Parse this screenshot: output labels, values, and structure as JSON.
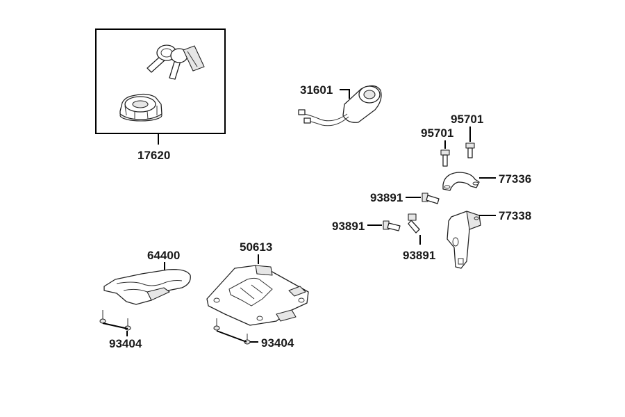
{
  "diagram": {
    "callouts": {
      "kit_17620": "17620",
      "switch_31601": "31601",
      "bolt_95701_a": "95701",
      "bolt_95701_b": "95701",
      "bracket_77336": "77336",
      "bracket_77338": "77338",
      "screw_93891_a": "93891",
      "screw_93891_b": "93891",
      "screw_93891_c": "93891",
      "plate_64400": "64400",
      "plate_50613": "50613",
      "stud_93404_a": "93404",
      "stud_93404_b": "93404"
    },
    "colors": {
      "line": "#000000",
      "part_fill": "#ffffff",
      "part_shade": "#e6e6e6"
    }
  }
}
